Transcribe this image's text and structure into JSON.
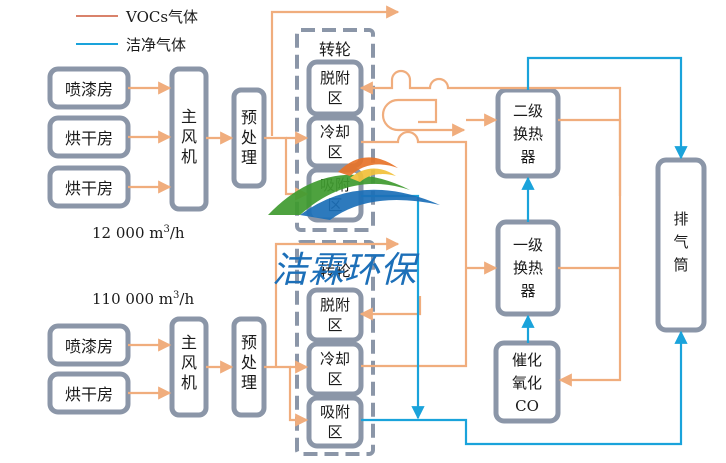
{
  "legend": {
    "voc_label": "VOCs气体",
    "clean_label": "洁净气体",
    "voc_color": "#f0ad7d",
    "clean_color": "#1aa3db"
  },
  "system1": {
    "rooms": [
      "喷漆房",
      "烘干房",
      "烘干房"
    ],
    "fan": [
      "主",
      "风",
      "机"
    ],
    "pretreat": [
      "预",
      "处",
      "理"
    ],
    "wheel_title": "转轮",
    "zones": [
      [
        "脱附",
        "区"
      ],
      [
        "冷却",
        "区"
      ],
      [
        "吸附",
        "区"
      ]
    ],
    "flow": "12 000 m",
    "flow_sup": "3",
    "flow_unit": "/h"
  },
  "system2": {
    "rooms": [
      "喷漆房",
      "烘干房"
    ],
    "fan": [
      "主",
      "风",
      "机"
    ],
    "pretreat": [
      "预",
      "处",
      "理"
    ],
    "wheel_title": "转轮",
    "zones": [
      [
        "脱附",
        "区"
      ],
      [
        "冷却",
        "区"
      ],
      [
        "吸附",
        "区"
      ]
    ],
    "flow": "110 000 m",
    "flow_sup": "3",
    "flow_unit": "/h"
  },
  "hx2": [
    "二级",
    "换热",
    "器"
  ],
  "hx1": [
    "一级",
    "换热",
    "器"
  ],
  "rco": [
    "催化",
    "氧化",
    "CO"
  ],
  "stack": [
    "排",
    "气",
    "筒"
  ],
  "watermark": "洁霖环保",
  "colors": {
    "box_border": "#8b96a8",
    "voc": "#f0ad7d",
    "clean": "#1aa3db"
  }
}
